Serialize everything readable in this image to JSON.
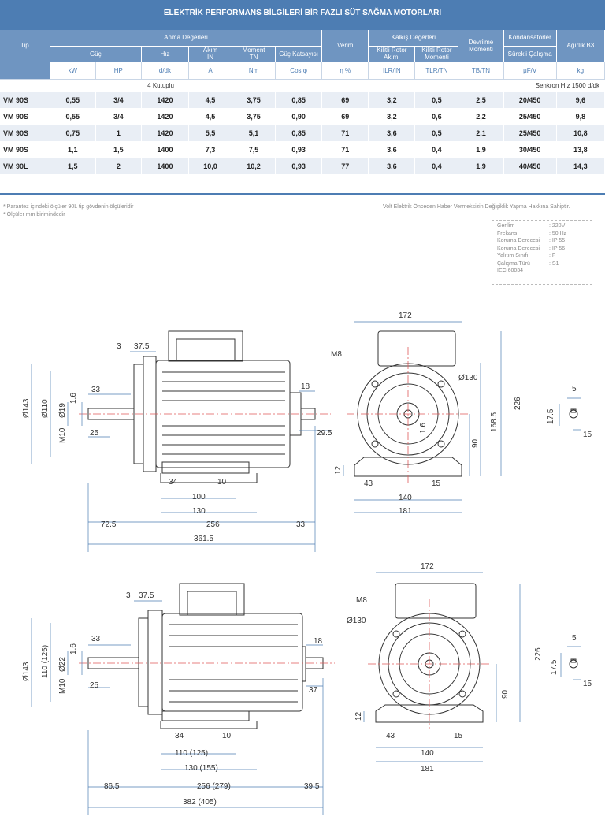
{
  "title": "ELEKTRİK PERFORMANS BİLGİLERİ BİR FAZLI SÜT SAĞMA MOTORLARI",
  "headers": {
    "tip": "Tip",
    "anma": "Anma Değerleri",
    "guc": "Güç",
    "hiz": "Hız",
    "akim": "Akım",
    "moment": "Moment",
    "guc_katsayisi": "Güç Katsayısı",
    "verim": "Verim",
    "kalkis": "Kalkış Değerleri",
    "kilitli_akim": "Kilitli Rotor Akımı",
    "kilitli_moment": "Kilitli Rotor Momenti",
    "devrilme": "Devrilme Momenti",
    "kondansator": "Kondansatörler",
    "surekli": "Sürekli Çalışma",
    "agirlik": "Ağırlık B3",
    "in_sym": "IN",
    "tn_sym": "TN"
  },
  "units": {
    "kw": "kW",
    "hp": "HP",
    "hiz": "d/dk",
    "akim": "A",
    "moment": "Nm",
    "cos": "Cos φ",
    "eta": "η %",
    "ilr": "ILR/IN",
    "tlr": "TLR/TN",
    "tb": "TB/TN",
    "uf": "μF/V",
    "kg": "kg"
  },
  "pole_label": "4 Kutuplu",
  "sync_label": "Senkron Hız 1500 d/dk",
  "rows": [
    [
      "VM 90S",
      "0,55",
      "3/4",
      "1420",
      "4,5",
      "3,75",
      "0,85",
      "69",
      "3,2",
      "0,5",
      "2,5",
      "20/450",
      "9,6"
    ],
    [
      "VM 90S",
      "0,55",
      "3/4",
      "1420",
      "4,5",
      "3,75",
      "0,90",
      "69",
      "3,2",
      "0,6",
      "2,2",
      "25/450",
      "9,8"
    ],
    [
      "VM 90S",
      "0,75",
      "1",
      "1420",
      "5,5",
      "5,1",
      "0,85",
      "71",
      "3,6",
      "0,5",
      "2,1",
      "25/450",
      "10,8"
    ],
    [
      "VM 90S",
      "1,1",
      "1,5",
      "1400",
      "7,3",
      "7,5",
      "0,93",
      "71",
      "3,6",
      "0,4",
      "1,9",
      "30/450",
      "13,8"
    ],
    [
      "VM 90L",
      "1,5",
      "2",
      "1400",
      "10,0",
      "10,2",
      "0,93",
      "77",
      "3,6",
      "0,4",
      "1,9",
      "40/450",
      "14,3"
    ]
  ],
  "notes": {
    "n1": "* Parantez içindeki ölçüler 90L tip gövdenin ölçüleridir",
    "n2": "* Ölçüler mm birimindedir",
    "right": "Volt Elektrik Önceden Haber Vermeksizin Değişiklik Yapma Hakkına Sahiptir."
  },
  "specs": [
    [
      "Gerilim",
      ": 220V"
    ],
    [
      "Frekans",
      ": 50 Hz"
    ],
    [
      "Koruma Derecesi",
      ": IP 55"
    ],
    [
      "Koruma Derecesi",
      ": IP 56"
    ],
    [
      "Yalıtım Sınıfı",
      ": F"
    ],
    [
      "Çalışma Türü",
      ": S1"
    ],
    [
      "IEC 60034",
      ""
    ]
  ],
  "dims": {
    "d1": {
      "d3": "3",
      "d37_5": "37.5",
      "d143": "Ø143",
      "d110": "Ø110",
      "d19": "Ø19",
      "d1_6": "1.6",
      "d33": "33",
      "m10": "M10",
      "d25": "25",
      "d18": "18",
      "d29_5": "29.5",
      "d34": "34",
      "d10": "10",
      "d100": "100",
      "d130": "130",
      "d72_5": "72.5",
      "d256": "256",
      "d33b": "33",
      "d361_5": "361.5"
    },
    "s1": {
      "d172": "172",
      "m8": "M8",
      "d130": "Ø130",
      "d1_6": "1.6",
      "d226": "226",
      "d168_5": "168.5",
      "d90": "90",
      "d12": "12",
      "d43": "43",
      "d15": "15",
      "d140": "140",
      "d181": "181"
    },
    "k1": {
      "d5": "5",
      "d17_5": "17.5",
      "d15": "15"
    },
    "d2": {
      "d3": "3",
      "d37_5": "37.5",
      "d143": "Ø143",
      "d110": "110 (125)",
      "d22": "Ø22",
      "d1_6": "1.6",
      "d33": "33",
      "m10": "M10",
      "d25": "25",
      "d18": "18",
      "d37": "37",
      "d34": "34",
      "d10": "10",
      "d130": "130 (155)",
      "d86_5": "86.5",
      "d256": "256 (279)",
      "d39_5": "39.5",
      "d382": "382 (405)"
    },
    "s2": {
      "d172": "172",
      "m8": "M8",
      "d130": "Ø130",
      "d226": "226",
      "d90": "90",
      "d12": "12",
      "d43": "43",
      "d15": "15",
      "d140": "140",
      "d181": "181"
    },
    "k2": {
      "d5": "5",
      "d17_5": "17.5",
      "d15": "15"
    }
  }
}
